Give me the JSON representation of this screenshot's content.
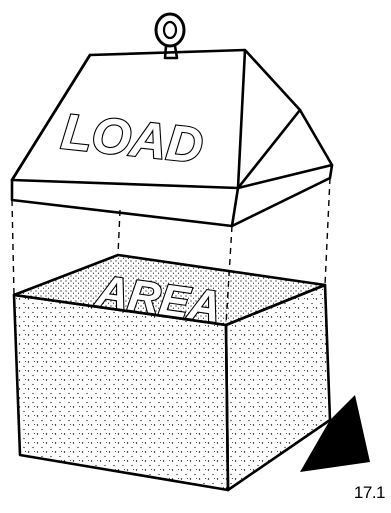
{
  "load_label": "LOAD",
  "area_label": "AREA",
  "figure_number": "17.1"
}
